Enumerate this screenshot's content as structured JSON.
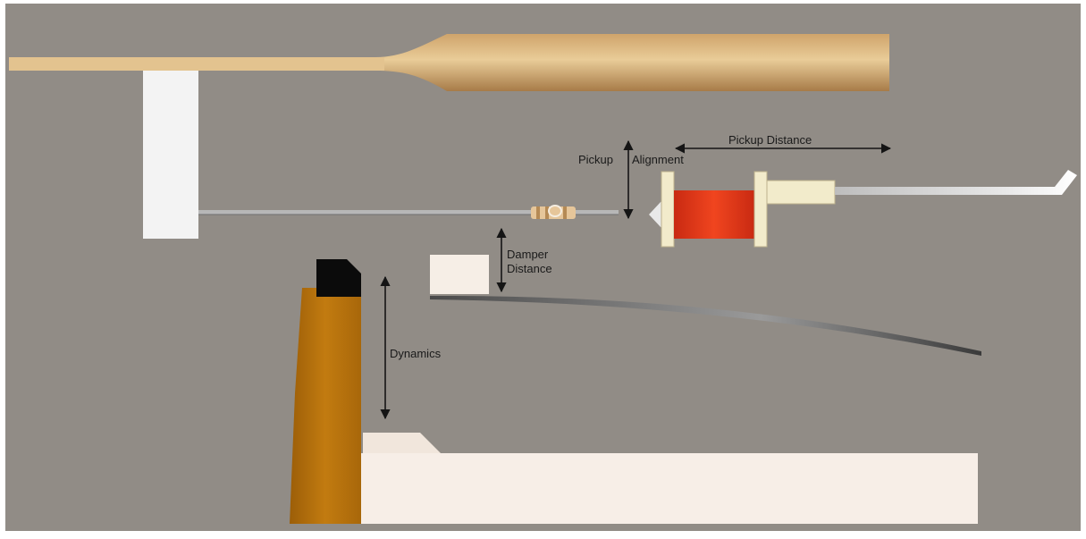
{
  "labels": {
    "pickup": "Pickup",
    "alignment": "Alignment",
    "pickup_distance": "Pickup Distance",
    "damper_line1": "Damper",
    "damper_line2": "Distance",
    "dynamics": "Dynamics"
  },
  "colors": {
    "background": "#918C86",
    "frame": "#FFFFFF",
    "wood_light": "#E2C48E",
    "wood_mid": "#C9A06A",
    "wood_dark": "#9E7443",
    "felt_white": "#F3F3F3",
    "rod": "#B7B7B7",
    "rod_dark": "#6E6E6E",
    "coil_red": "#E23A1C",
    "bobbin_cream": "#F2EBCB",
    "cream_block": "#F6EEE6",
    "key_base": "#F7EEE7",
    "hammer_brown": "#B8720C",
    "hammer_tip": "#0B0B0B",
    "arrow": "#151515",
    "text": "#1A1A1A"
  }
}
